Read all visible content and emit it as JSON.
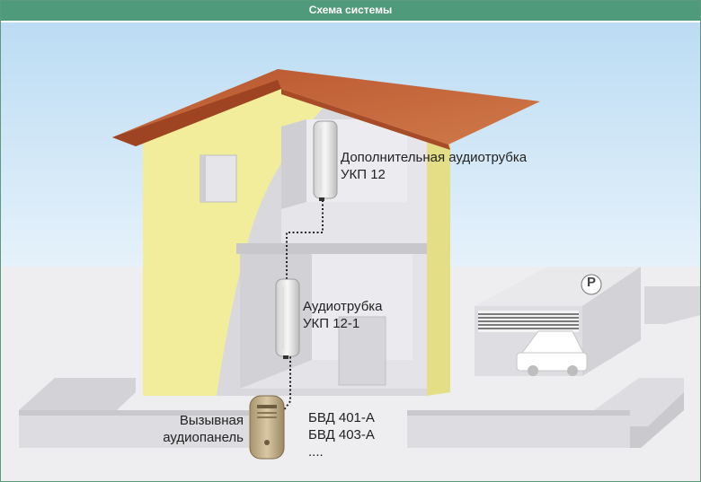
{
  "title": "Схема системы",
  "labels": {
    "handset_extra_line1": "Дополнительная аудиотрубка",
    "handset_extra_line2": "УКП 12",
    "handset_main_line1": "Аудиотрубка",
    "handset_main_line2": "УКП 12-1",
    "panel_line1": "Вызывная",
    "panel_line2": "аудиопанель",
    "model_line1": "БВД 401-А",
    "model_line2": "БВД 403-А",
    "model_line3": "....",
    "parking_sign": "P"
  },
  "colors": {
    "sky": "#c9e4f7",
    "roof": "#c0633a",
    "wall_yellow": "#f2ee9a",
    "wall_grey": "#dcdce0",
    "cable": "#222222",
    "title_bar": "#4f9a7a"
  }
}
